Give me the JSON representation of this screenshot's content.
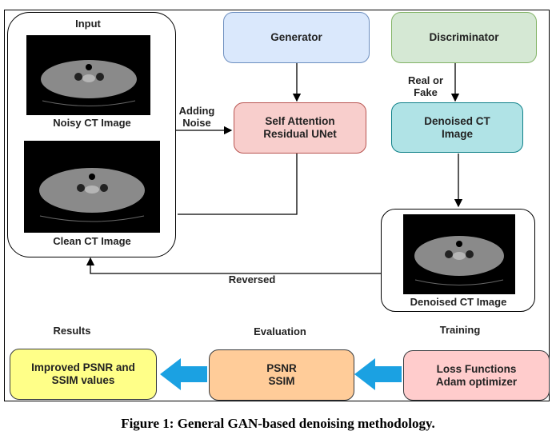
{
  "input_panel": {
    "title": "Input",
    "noisy_label": "Noisy CT Image",
    "clean_label": "Clean CT Image"
  },
  "generator": {
    "label": "Generator",
    "color": "#dae8fc"
  },
  "discriminator": {
    "label": "Discriminator",
    "color": "#d5e8d4"
  },
  "unet": {
    "line1": "Self Attention",
    "line2": "Residual UNet",
    "color": "#f8cecc"
  },
  "denoised_box": {
    "line1": "Denoised CT",
    "line2": "Image",
    "color": "#b0e3e6"
  },
  "denoised_panel": {
    "label": "Denoised CT Image"
  },
  "edges": {
    "adding_noise_1": "Adding",
    "adding_noise_2": "Noise",
    "real_or_fake_1": "Real or",
    "real_or_fake_2": "Fake",
    "reversed": "Reversed"
  },
  "stages": {
    "results_title": "Results",
    "evaluation_title": "Evaluation",
    "training_title": "Training",
    "results_line1": "Improved PSNR and",
    "results_line2": "SSIM values",
    "evaluation_line1": "PSNR",
    "evaluation_line2": "SSIM",
    "training_line1": "Loss Functions",
    "training_line2": "Adam optimizer",
    "results_color": "#ffff88",
    "evaluation_color": "#ffcc99",
    "training_color": "#ffcccc",
    "arrow_color": "#1ba1e2"
  },
  "caption": "Figure 1: General GAN-based denoising methodology."
}
